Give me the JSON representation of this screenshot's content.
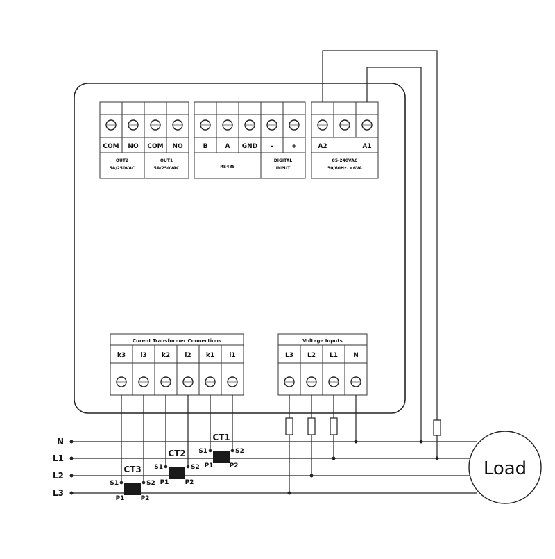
{
  "top_left_block": {
    "labels": [
      "COM",
      "NO",
      "COM",
      "NO"
    ],
    "groups": [
      {
        "line1": "OUT2",
        "line2": "5A/250VAC"
      },
      {
        "line1": "OUT1",
        "line2": "5A/250VAC"
      }
    ]
  },
  "top_mid_block": {
    "labels": [
      "B",
      "A",
      "GND",
      "-",
      "+"
    ],
    "groups": [
      {
        "line1": "RS485"
      },
      {
        "line1": "DIGITAL",
        "line2": "INPUT"
      }
    ]
  },
  "top_right_block": {
    "labels": [
      "A2",
      "",
      "A1"
    ],
    "note_line1": "85-240VAC",
    "note_line2": "50/60Hz. <6VA"
  },
  "ct_block": {
    "header": "Curent Transformer Connections",
    "labels": [
      "k3",
      "l3",
      "k2",
      "l2",
      "k1",
      "l1"
    ]
  },
  "voltage_block": {
    "header": "Voltage Inputs",
    "labels": [
      "L3",
      "L2",
      "L1",
      "N"
    ]
  },
  "supply_lines": [
    "N",
    "L1",
    "L2",
    "L3"
  ],
  "transformers": [
    {
      "name": "CT1",
      "s1": "S1",
      "s2": "S2",
      "p1": "P1",
      "p2": "P2"
    },
    {
      "name": "CT2",
      "s1": "S1",
      "s2": "S2",
      "p1": "P1",
      "p2": "P2"
    },
    {
      "name": "CT3",
      "s1": "S1",
      "s2": "S2",
      "p1": "P1",
      "p2": "P2"
    }
  ],
  "load_label": "Load"
}
